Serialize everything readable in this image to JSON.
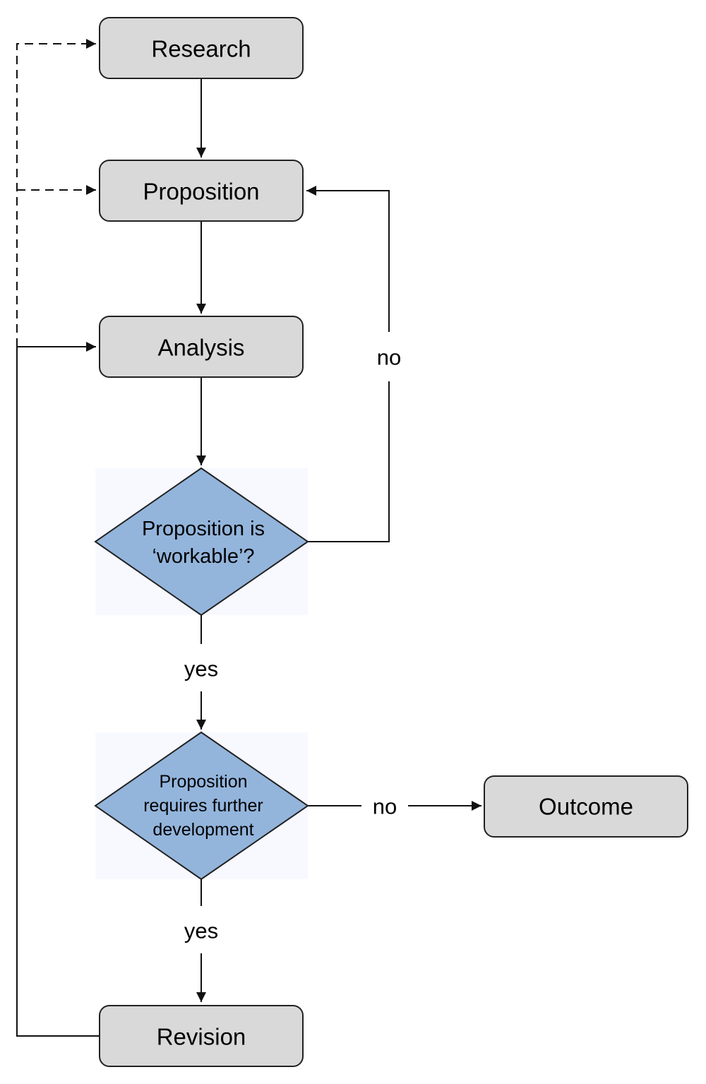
{
  "nodes": {
    "research": "Research",
    "proposition": "Proposition",
    "analysis": "Analysis",
    "workable": [
      "Proposition is",
      "‘workable’?"
    ],
    "further": [
      "Proposition",
      "requires further",
      "development"
    ],
    "outcome": "Outcome",
    "revision": "Revision"
  },
  "edges": {
    "workable_no": "no",
    "workable_yes": "yes",
    "further_no": "no",
    "further_yes": "yes"
  },
  "colors": {
    "process_fill": "#d9d9d9",
    "decision_fill": "#93b5dc",
    "stroke": "#222222"
  }
}
